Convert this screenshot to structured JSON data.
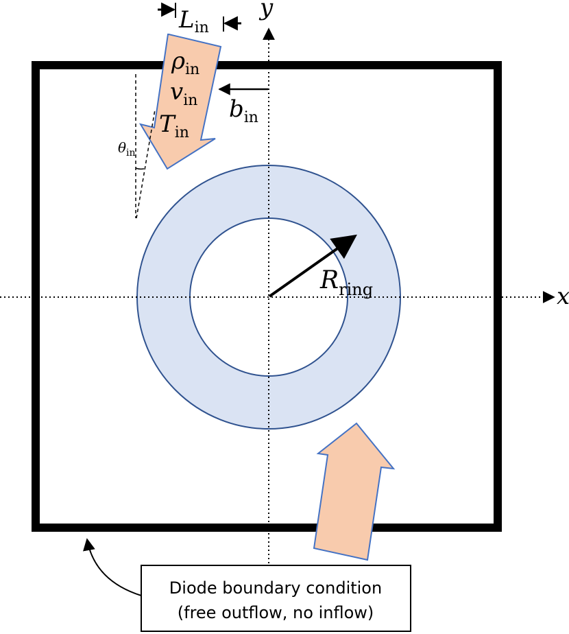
{
  "axes": {
    "x_label": "x",
    "y_label": "y"
  },
  "ring": {
    "radius_symbol": "R",
    "radius_subscript": "ring"
  },
  "inflow": {
    "density_symbol": "ρ",
    "velocity_symbol": "v",
    "temperature_symbol": "T",
    "subscript": "in",
    "width_symbol": "L",
    "impact_symbol": "b",
    "angle_symbol": "θ"
  },
  "boundary_callout": {
    "line1": "Diode boundary condition",
    "line2": "(free outflow, no inflow)"
  },
  "colors": {
    "ring_fill": "#dae3f3",
    "ring_stroke": "#2f528f",
    "arrow_fill": "#f8cbad",
    "arrow_stroke": "#4472c4",
    "box_stroke": "#000000"
  }
}
